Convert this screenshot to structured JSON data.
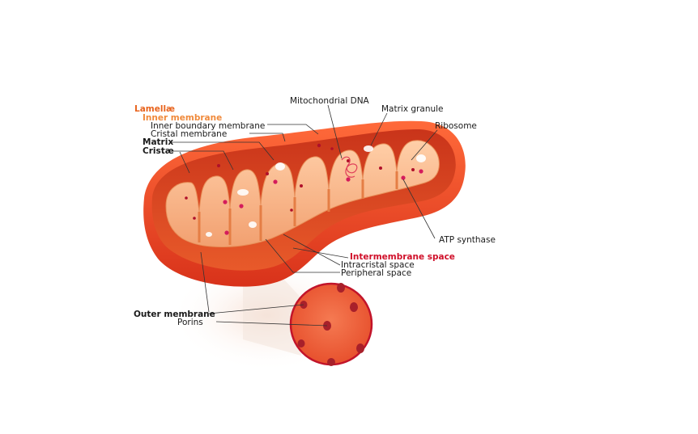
{
  "labels": {
    "lamellae": "Lamellæ",
    "inner_membrane": "Inner membrane",
    "inner_boundary_membrane": "Inner boundary membrane",
    "cristal_membrane": "Cristal membrane",
    "matrix": "Matrix",
    "cristae": "Cristæ",
    "mitochondrial_dna": "Mitochondrial DNA",
    "matrix_granule": "Matrix granule",
    "ribosome": "Ribosome",
    "atp_synthase": "ATP synthase",
    "intermembrane_space": "Intermembrane space",
    "intracristal_space": "Intracristal space",
    "peripheral_space": "Peripheral space",
    "outer_membrane": "Outer membrane",
    "porins": "Porins"
  },
  "colors": {
    "outer_membrane": "#e8401c",
    "inner_fill": "#f6b58a",
    "accent_orange": "#e8641e",
    "accent_red": "#d0102a"
  }
}
